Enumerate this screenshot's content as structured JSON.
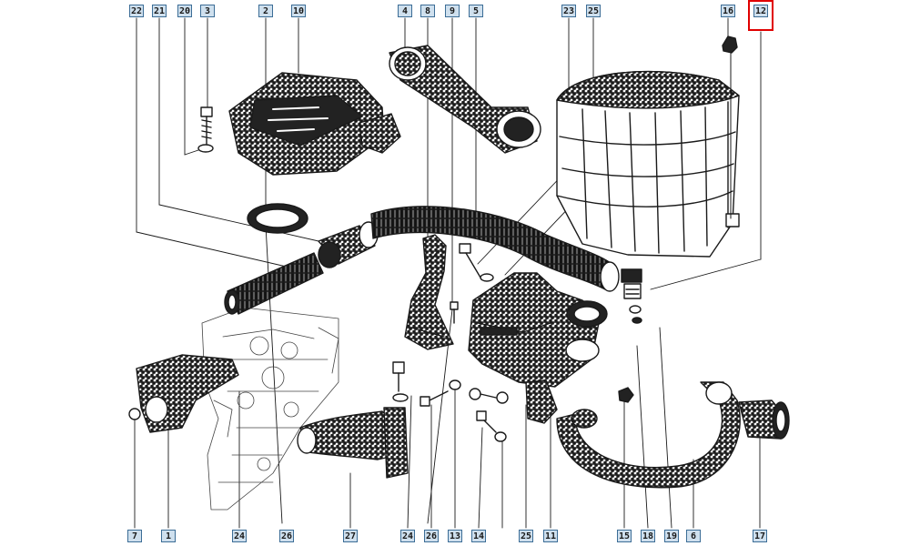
{
  "diagram": {
    "callouts_top": [
      "22",
      "21",
      "20",
      "3",
      "2",
      "10",
      "4",
      "8",
      "9",
      "5",
      "23",
      "25",
      "16",
      "12"
    ],
    "callouts_bottom": [
      "7",
      "1",
      "24",
      "26",
      "27",
      "24",
      "26",
      "13",
      "14",
      "25",
      "11",
      "15",
      "18",
      "19",
      "6",
      "17"
    ],
    "highlighted": "12",
    "colors": {
      "callout_fill": "#cfe0ee",
      "callout_border": "#3c6d96",
      "highlight": "#e00000",
      "ink": "#1a1a1a"
    }
  }
}
